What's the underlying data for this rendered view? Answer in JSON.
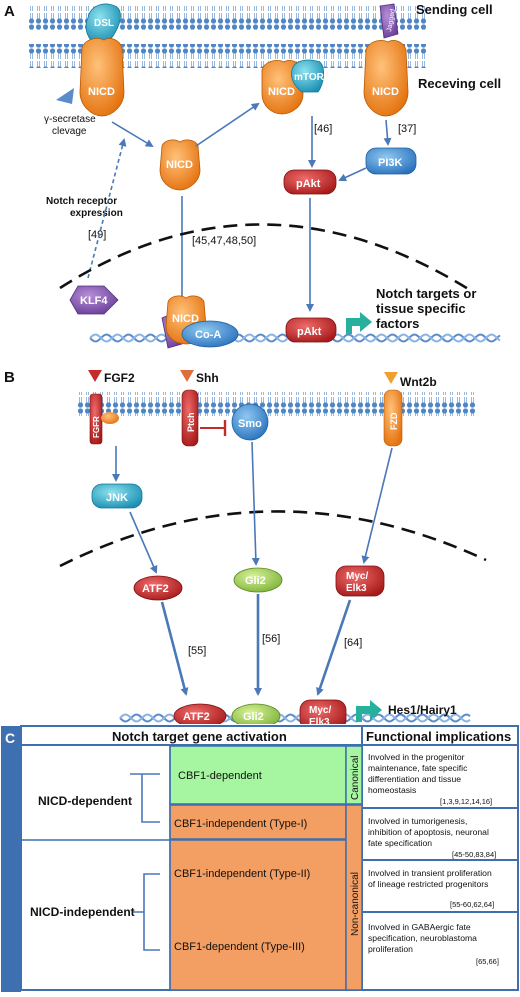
{
  "panelA": {
    "label": "A",
    "sending_cell": "Sending cell",
    "receiving_cell": "Receving cell",
    "dsl": "DSL",
    "jagged": "Jagged",
    "nicd": "NICD",
    "mtor": "mTOR",
    "gamma": "γ-secretase",
    "clevage": "clevage",
    "notch_expr_1": "Notch receptor",
    "notch_expr_2": "expression",
    "ref49": "[49]",
    "ref46": "[46]",
    "ref37": "[37]",
    "ref45": "[45,47,48,50]",
    "pi3k": "PI3K",
    "pakt": "pAkt",
    "klf4": "KLF4",
    "q": "?",
    "coa": "Co-A",
    "targets_1": "Notch targets or",
    "targets_2": "tissue specific",
    "targets_3": "factors"
  },
  "panelB": {
    "label": "B",
    "fgf2": "FGF2",
    "shh": "Shh",
    "wnt2b": "Wnt2b",
    "fgfr": "FGFR",
    "ptch": "Ptch",
    "fzd": "FZD",
    "smo": "Smo",
    "jnk": "JNK",
    "atf2": "ATF2",
    "gli2": "Gli2",
    "myc1": "Myc/",
    "myc2": "Elk3",
    "ref55": "[55]",
    "ref56": "[56]",
    "ref64": "[64]",
    "hes": "Hes1/Hairy1"
  },
  "panelC": {
    "label": "C",
    "header_left": "Notch target gene activation",
    "header_right": "Functional implications",
    "nicd_dep": "NICD-dependent",
    "nicd_indep": "NICD-independent",
    "cbf1_dep": "CBF1-dependent",
    "type1": "CBF1-independent (Type-I)",
    "type2": "CBF1-independent (Type-II)",
    "type3": "CBF1-dependent (Type-III)",
    "canonical": "Canonical",
    "noncanonical": "Non-canonical",
    "f1": [
      "Involved in the progenitor",
      "maintenance, fate specific",
      "differentiation and tissue",
      "homeostasis"
    ],
    "r1": "[1,3,9,12,14,16]",
    "f2": [
      "Involved in tumorigenesis,",
      "inhibition of apoptosis, neuronal",
      "fate specification"
    ],
    "r2": "[45-50,83,84]",
    "f3": [
      "Involved in transient proliferation",
      "of lineage restricted progenitors"
    ],
    "r3": "[55-60,62,64]",
    "f4": [
      "Involved in GABAergic fate",
      "specification, neuroblastoma",
      "proliferation"
    ],
    "r4": "[65,66]",
    "colors": {
      "canonical_fill": "#a6f5a0",
      "noncanonical_fill": "#f39e63",
      "frame": "#3e6fb0"
    }
  }
}
